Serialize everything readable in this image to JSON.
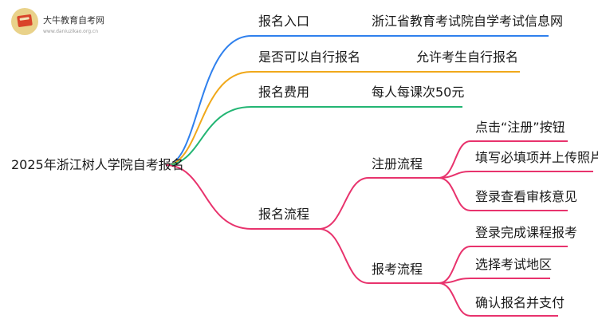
{
  "logo": {
    "title": "大牛教育自考网",
    "url": "www.daniuzikao.org.cn"
  },
  "root": "2025年浙江树人学院自考报名",
  "branches": [
    {
      "label": "报名入口",
      "value": "浙江省教育考试院自学考试信息网",
      "color": "#2f80ed"
    },
    {
      "label": "是否可以自行报名",
      "value": "允许考生自行报名",
      "color": "#f0a81a"
    },
    {
      "label": "报名费用",
      "value": "每人每课次50元",
      "color": "#22b573"
    },
    {
      "label": "报名流程",
      "color": "#e8336d",
      "children": [
        {
          "label": "注册流程",
          "items": [
            "点击“注册”按钮",
            "填写必填项并上传照片",
            "登录查看审核意见"
          ]
        },
        {
          "label": "报考流程",
          "items": [
            "登录完成课程报考",
            "选择考试地区",
            "确认报名并支付"
          ]
        }
      ]
    }
  ]
}
